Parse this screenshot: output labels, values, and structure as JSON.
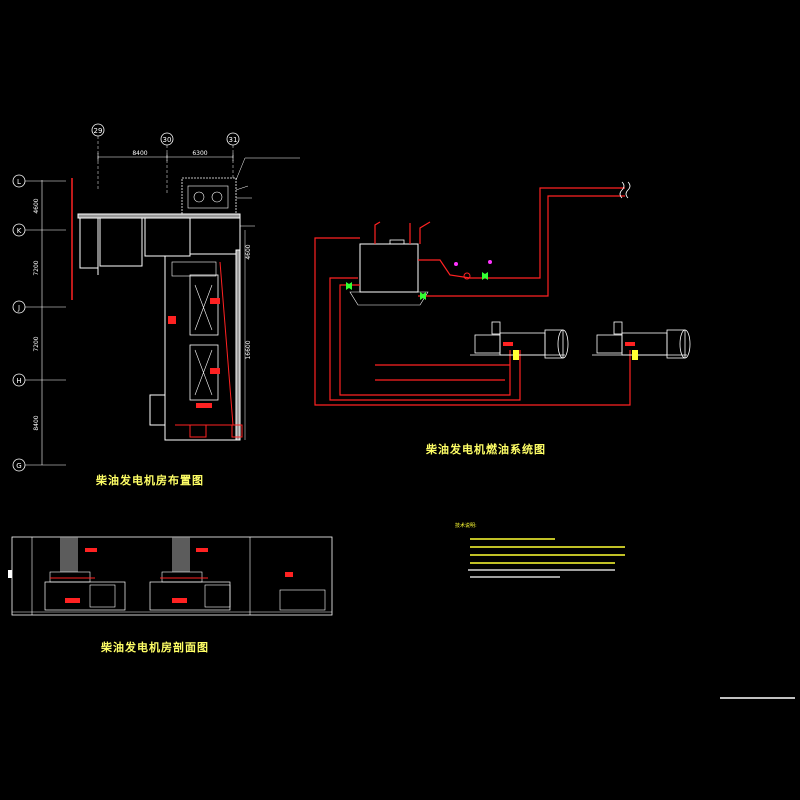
{
  "colors": {
    "background": "#000000",
    "wall": "#ffffff",
    "pipe": "#ff2222",
    "text": "#ffffff",
    "title": "#ffff66",
    "equipment": "#ffffff",
    "green": "#33ff33",
    "magenta": "#ff33ff",
    "yellow": "#ffff33"
  },
  "layout_plan": {
    "title": "柴油发电机房布置图",
    "column_axes": [
      "29",
      "30",
      "31"
    ],
    "row_axes": [
      "L",
      "K",
      "J",
      "H",
      "G"
    ],
    "top_dims": [
      "8400",
      "6300"
    ],
    "left_dims": [
      "4600",
      "7200",
      "7200",
      "8400"
    ],
    "right_dims": [
      "4600",
      "16600"
    ]
  },
  "fuel_system": {
    "title": "柴油发电机燃油系统图"
  },
  "section": {
    "title": "柴油发电机房剖面图"
  },
  "notes": {
    "heading": "技术说明:"
  }
}
